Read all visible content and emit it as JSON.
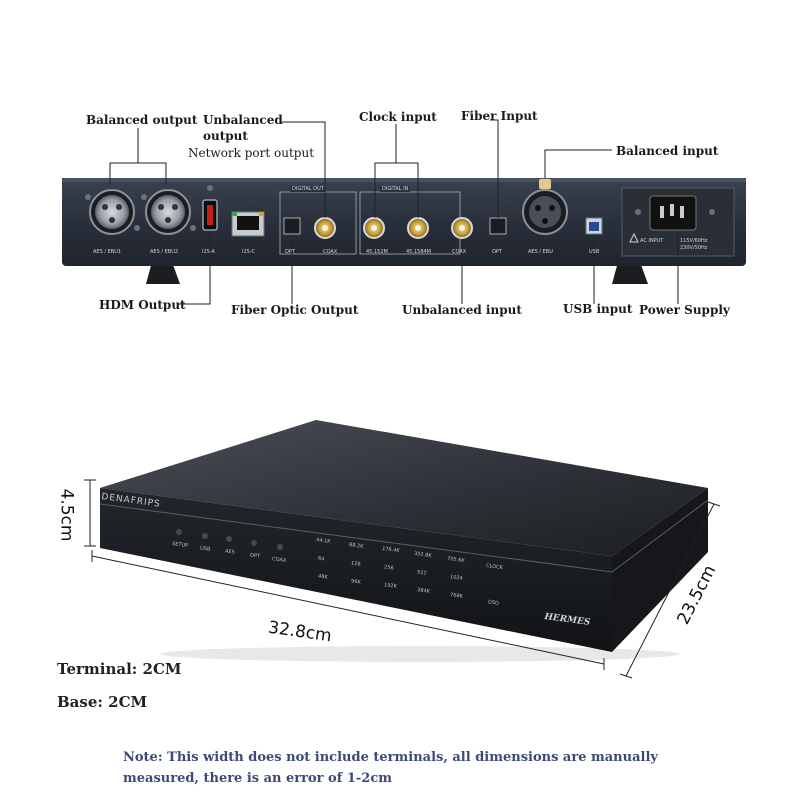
{
  "callouts": {
    "balanced_output": "Balanced output",
    "unbalanced_output_line1": "Unbalanced",
    "unbalanced_output_line2": "output",
    "network_port_output": "Network port output",
    "clock_input": "Clock input",
    "fiber_input": "Fiber Input",
    "balanced_input": "Balanced input",
    "hdm_output": "HDM Output",
    "fiber_optic_output": "Fiber Optic Output",
    "unbalanced_input": "Unbalanced input",
    "usb_input": "USB input",
    "power_supply": "Power Supply"
  },
  "rear_panel": {
    "labels": [
      "AES / EBU1",
      "AES / EBU2",
      "I2S-A",
      "I2S-C",
      "OPT",
      "COAX",
      "45.152M",
      "45.1584M",
      "COAX",
      "OPT",
      "AES / EBU",
      "USB"
    ],
    "digital_out": "DIGITAL OUT",
    "digital_in": "DIGITAL IN",
    "ac_input": "AC INPUT",
    "voltage_line1": "115V/60Hz",
    "voltage_line2": "230V/50Hz"
  },
  "front_panel": {
    "brand": "DENAFRIPS",
    "model": "HERMES",
    "input_labels": [
      "SETUP",
      "USB",
      "AES",
      "OPT",
      "COAX"
    ],
    "rate_row1": [
      "44.1K",
      "88.2K",
      "176.4K",
      "352.8K",
      "705.6K",
      "CLOCK"
    ],
    "rate_row2": [
      "64",
      "128",
      "256",
      "512",
      "1024"
    ],
    "rate_row3": [
      "48K",
      "96K",
      "192K",
      "384K",
      "768K",
      "DSD"
    ]
  },
  "dimensions": {
    "height": "4.5cm",
    "width": "32.8cm",
    "depth": "23.5cm"
  },
  "specs": {
    "terminal": "Terminal: 2CM",
    "base": "Base: 2CM"
  },
  "note": {
    "line1": "Note: This width does not include terminals, all dimensions are manually",
    "line2": "measured, there is an error of 1-2cm"
  },
  "colors": {
    "chassis": "#2b303a",
    "note_text": "#3d4a78",
    "gold": "#c9a23a"
  }
}
